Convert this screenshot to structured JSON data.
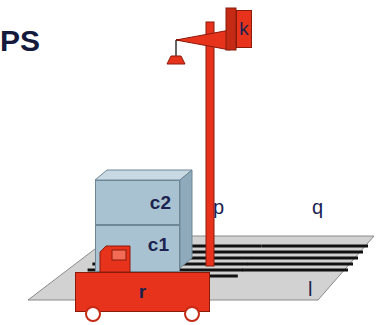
{
  "diagram": {
    "title": "PS",
    "nodes": [
      {
        "text": [
          "k"
        ]
      },
      {
        "text": [
          "c2"
        ]
      },
      {
        "text": [
          "c1"
        ]
      },
      {
        "text": [
          "r"
        ]
      }
    ],
    "labels": [
      "p",
      "q",
      "l"
    ]
  }
}
